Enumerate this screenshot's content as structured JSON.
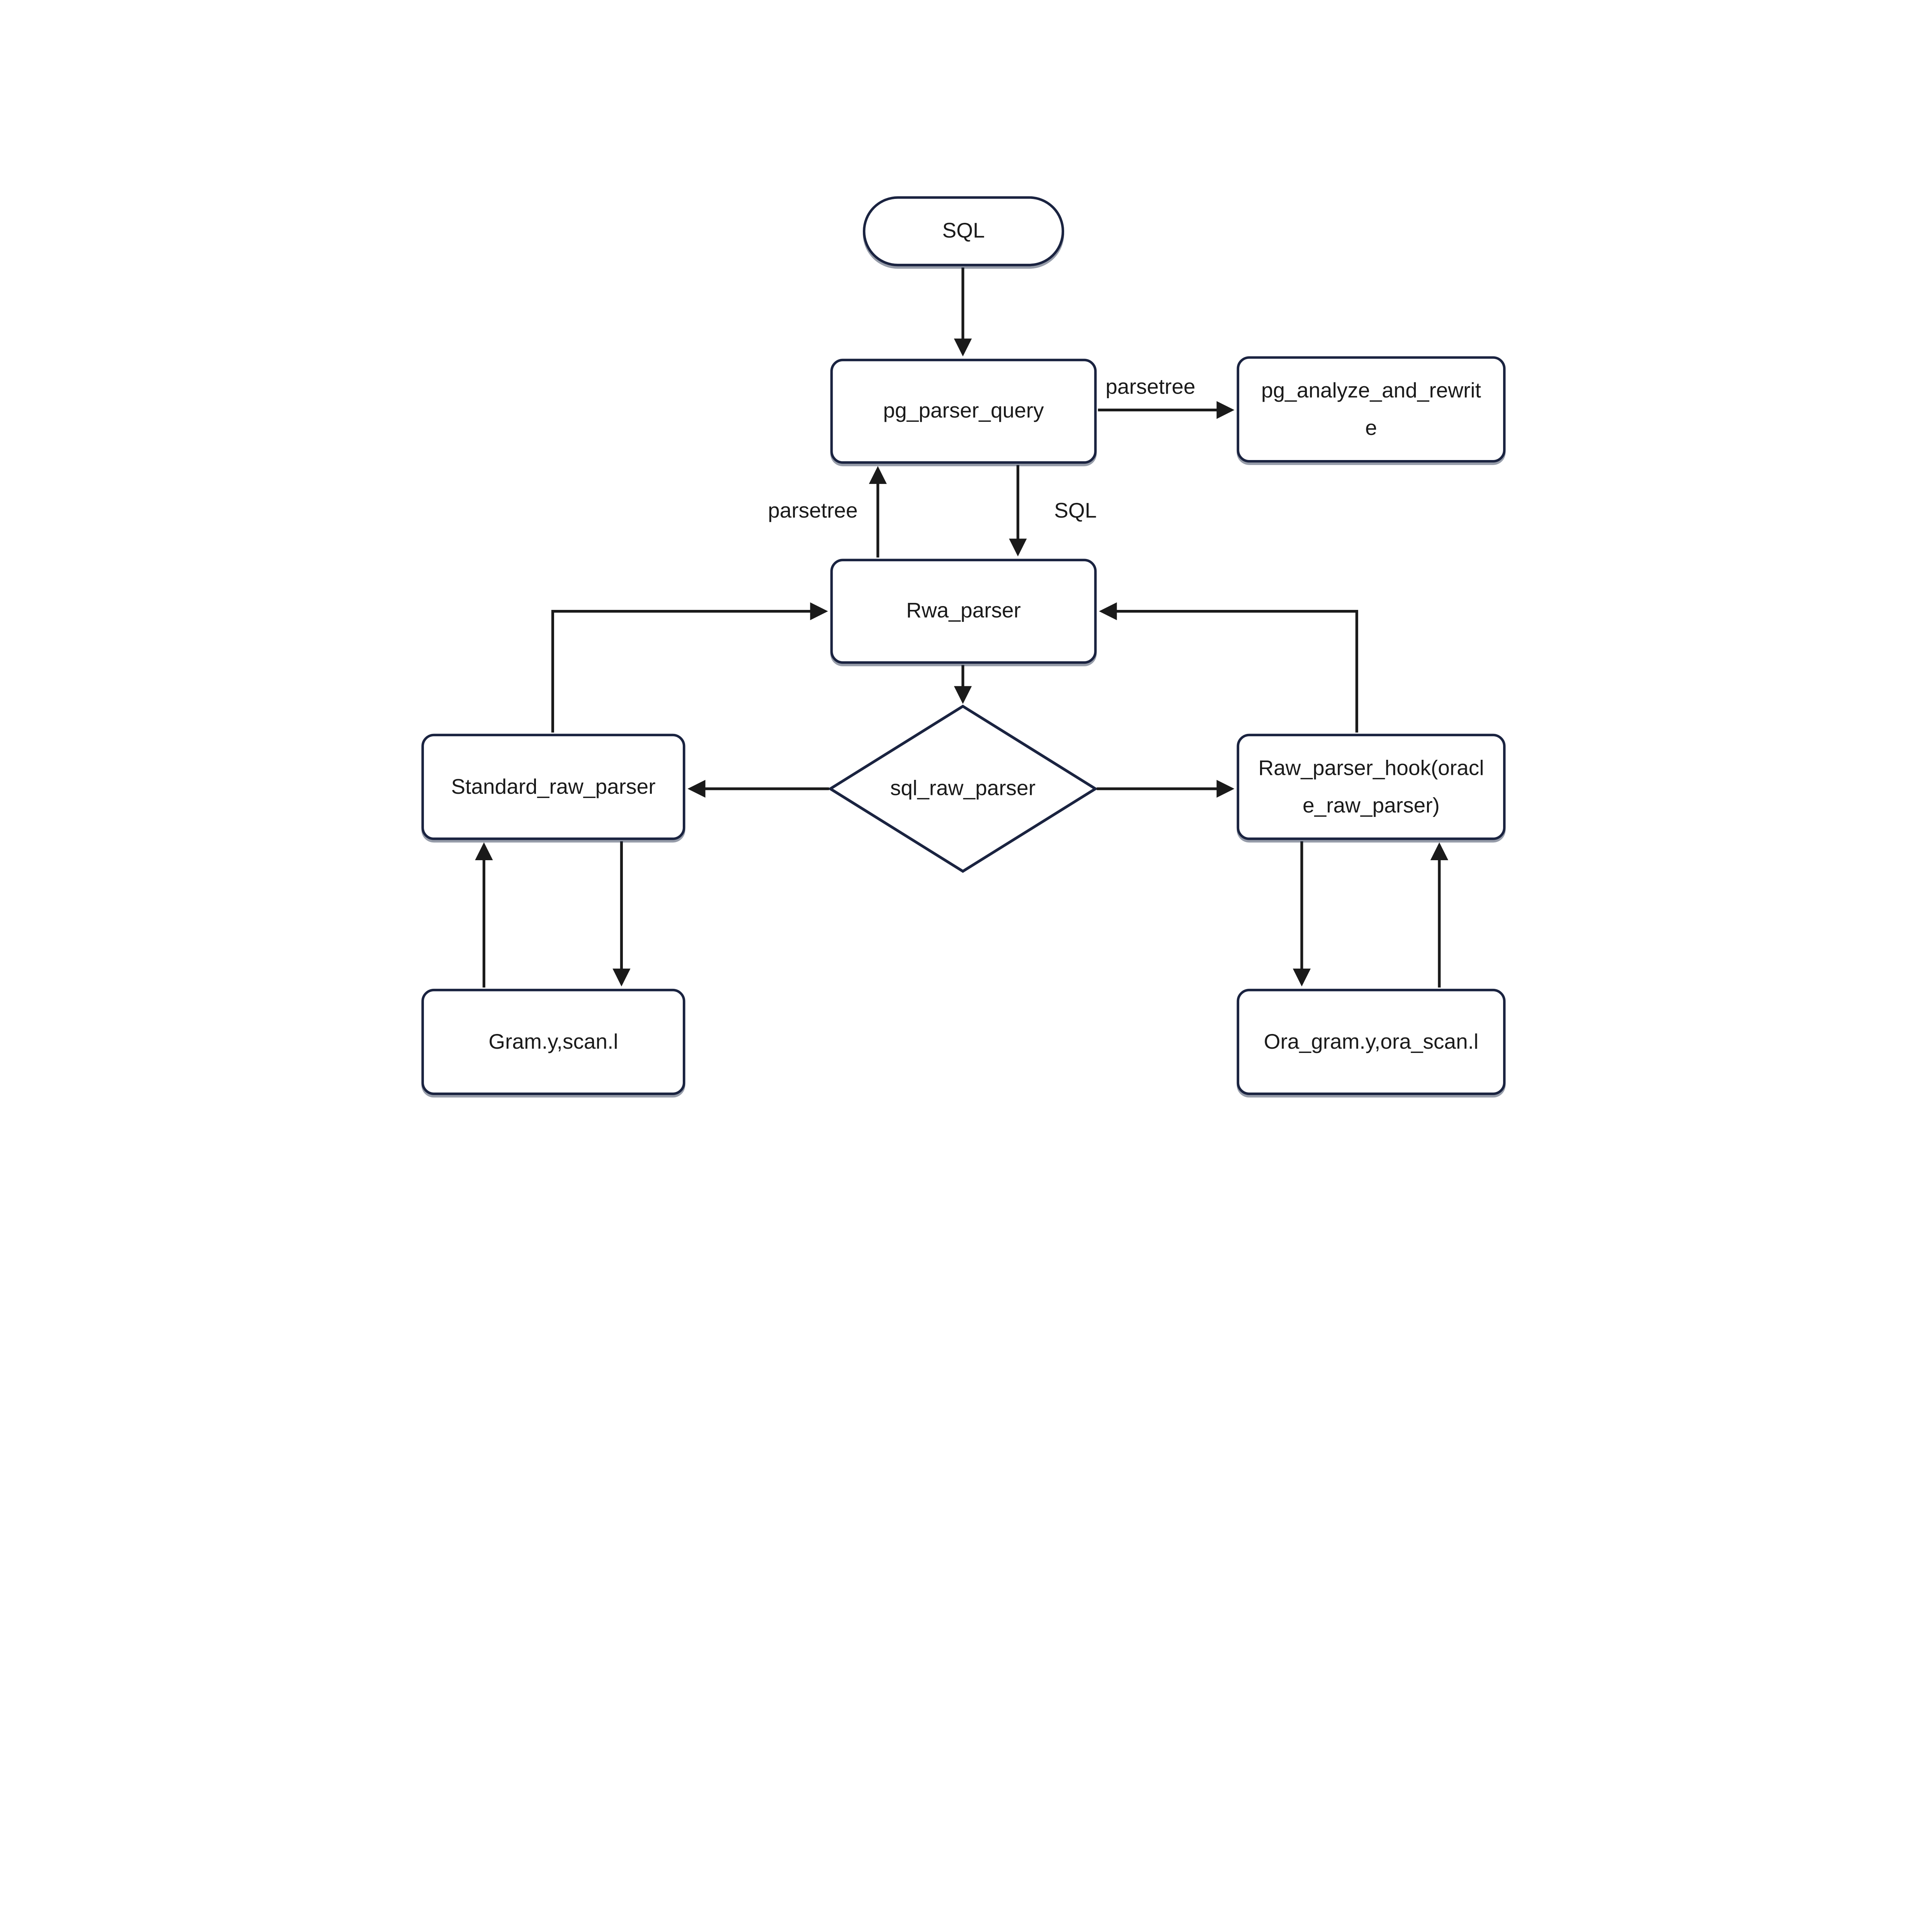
{
  "nodes": {
    "sql": {
      "label": "SQL"
    },
    "pg_parser_query": {
      "label": "pg_parser_query"
    },
    "pg_analyze_and_rewrite": {
      "label": [
        "pg_analyze_and_rewrit",
        "e"
      ]
    },
    "rwa_parser": {
      "label": "Rwa_parser"
    },
    "sql_raw_parser": {
      "label": "sql_raw_parser"
    },
    "standard_raw_parser": {
      "label": "Standard_raw_parser"
    },
    "raw_parser_hook": {
      "label": [
        "Raw_parser_hook(oracl",
        "e_raw_parser)"
      ]
    },
    "gram_scan": {
      "label": "Gram.y,scan.l"
    },
    "ora_gram_scan": {
      "label": "Ora_gram.y,ora_scan.l"
    }
  },
  "edge_labels": {
    "parsetree_to_rewrite": "parsetree",
    "parsetree_to_pg_parser_query": "parsetree",
    "sql_to_rwa_parser": "SQL"
  },
  "colors": {
    "node_border": "#1a2340",
    "connector": "#1a1a1a",
    "text": "#1a1a1a",
    "background": "#ffffff"
  }
}
